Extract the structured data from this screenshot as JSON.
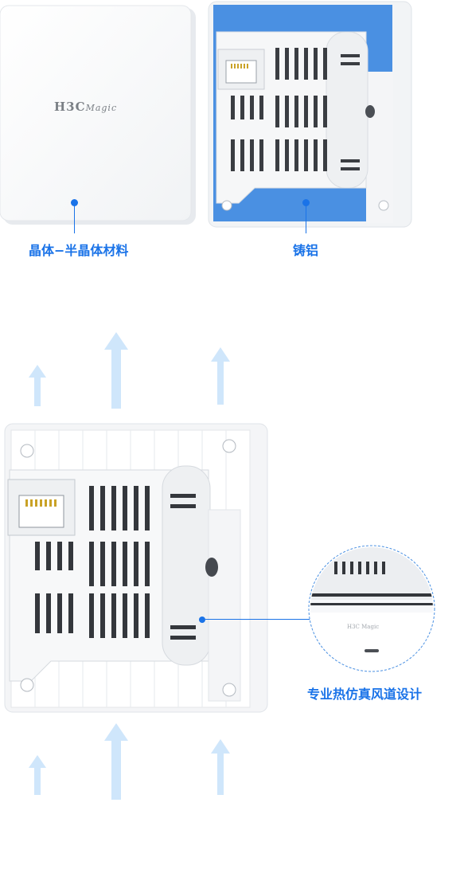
{
  "top_section": {
    "front_panel": {
      "logo_brand": "H3C",
      "logo_product": "Magic",
      "callout_label": "晶体−半晶体材料"
    },
    "back_panel": {
      "callout_label": "铸铝"
    }
  },
  "airflow_section": {
    "zoom_logo": "H3C Magic",
    "callout_label": "专业热仿真风道设计"
  },
  "colors": {
    "accent": "#1a73e8",
    "aluminum_blue": "#4a90e2",
    "airflow_arrow": "#cfe6fb",
    "panel_white": "#ffffff",
    "panel_shadow": "#e3e6ea"
  }
}
